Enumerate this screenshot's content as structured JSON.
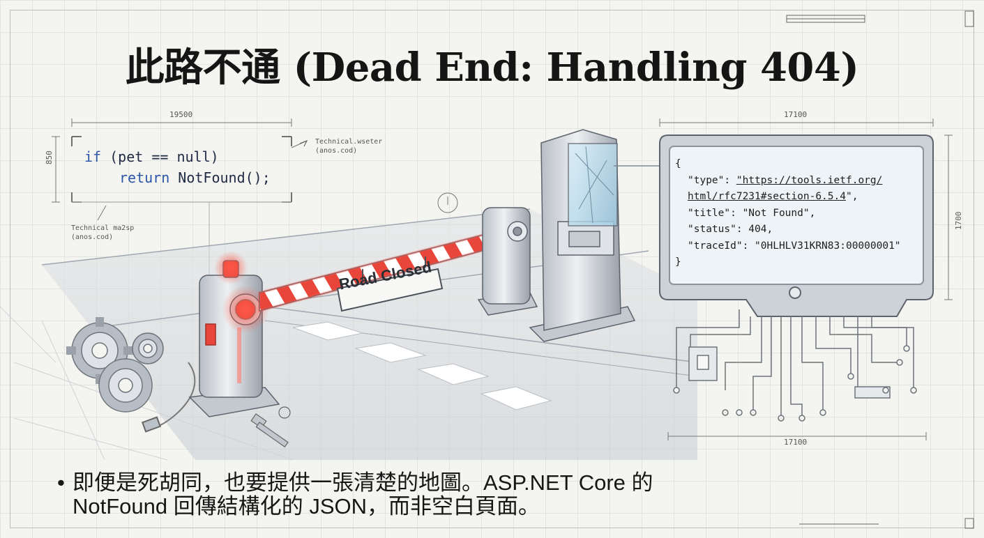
{
  "title": "此路不通 (Dead End: Handling 404)",
  "dimensions": {
    "code_width": "19500",
    "code_height": "850",
    "screen_width_top": "17100",
    "screen_width_bottom": "17100",
    "screen_height": "1700"
  },
  "notes": {
    "top_right": "Technical.wseter\n(anos.cod)",
    "bottom_left": "Technical ma2sp\n(anos.cod)"
  },
  "code": {
    "line1_kw": "if",
    "line1_rest": " (pet == null)",
    "line2_kw": "return",
    "line2_rest": " NotFound();"
  },
  "sign_text": "Road Closed",
  "json_response": {
    "open": "{",
    "type_key": "\"type\": ",
    "type_value_1": "\"https://tools.ietf.org/",
    "type_value_2": "html/rfc7231#section-6.5.4",
    "type_value_end": "\",",
    "title_line": "\"title\": \"Not Found\",",
    "status_line": "\"status\": 404,",
    "trace_line": "\"traceId\": \"0HLHLV31KRN83:00000001\"",
    "close": "}"
  },
  "bullet": {
    "line1": "即便是死胡同，也要提供一張清楚的地圖。ASP.NET Core 的",
    "line2": "NotFound 回傳結構化的 JSON，而非空白頁面。"
  },
  "colors": {
    "accent_red": "#e8463a",
    "code_keyword": "#2b56a8",
    "line": "#8c939c"
  }
}
